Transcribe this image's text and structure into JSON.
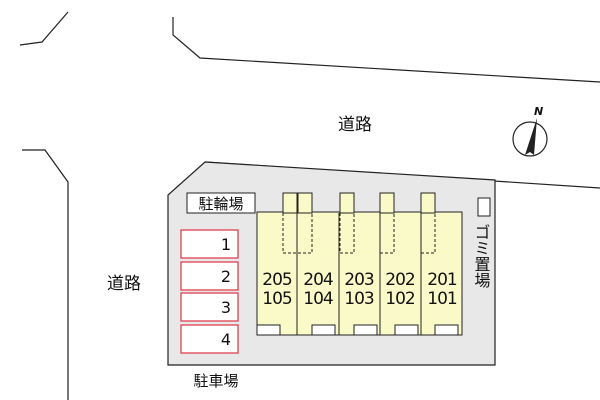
{
  "roads": {
    "north_label": "道路",
    "west_label": "道路"
  },
  "areas": {
    "bicycle_parking": "駐輪場",
    "car_parking": "駐車場",
    "garbage_station": "ゴミ置場"
  },
  "parking_slots": [
    "1",
    "2",
    "3",
    "4"
  ],
  "units": [
    {
      "upper": "205",
      "lower": "105"
    },
    {
      "upper": "204",
      "lower": "104"
    },
    {
      "upper": "203",
      "lower": "103"
    },
    {
      "upper": "202",
      "lower": "102"
    },
    {
      "upper": "201",
      "lower": "101"
    }
  ],
  "compass": {
    "label": "N"
  },
  "colors": {
    "lot_fill": "#e8e8e8",
    "building_fill": "#fafac8",
    "parking_border": "#e04050",
    "line": "#222222"
  }
}
